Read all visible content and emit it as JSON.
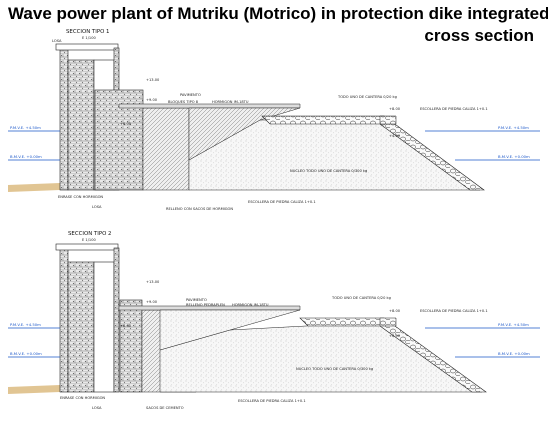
{
  "title": {
    "line1": "Wave power plant of Mutriku (Motrico) in protection dike integrated",
    "line2": "cross section"
  },
  "sections": [
    {
      "name": "SECCION TIPO 1",
      "scale": "E 1/100",
      "labels": {
        "losa": "LOSA",
        "pavimento": "PAVIMENTO",
        "bloques": "BLOQUES TIPO 8",
        "hormigon": "HORMIGON IM-18TU",
        "todo_uno_top": "TODO UNO DE CANTERA 0/20 kg",
        "escollera_top": "ESCOLLERA DE PIEDRA CALIZA 1+0.1",
        "nucleo": "NUCLEO TODO UNO DE CANTERA 0/300 kg",
        "escollera_bottom": "ESCOLLERA DE PIEDRA CALIZA 1+0.1",
        "relleno": "RELLENO CON SACOS DE HORMIGON",
        "enrase": "ENRASE CON HORMIGON",
        "losa_bottom": "LOSA",
        "elev_top": "+13.00",
        "elev_mid": "+9.00",
        "elev_b": "+6.00",
        "elev_c": "+8.00",
        "elev_d": "+4.00"
      },
      "water_left": {
        "high": "P.M.V.E. +4.50m",
        "low": "B.M.V.E. +0.00m"
      },
      "water_right": {
        "high": "P.M.V.E. +4.50m",
        "low": "B.M.V.E. +0.00m"
      }
    },
    {
      "name": "SECCION TIPO 2",
      "scale": "E 1/100",
      "labels": {
        "pavimento": "PAVIMENTO",
        "relleno_top": "RELLENO PEDRAPLEN",
        "hormigon": "HORMIGON IM-18TU",
        "todo_uno_top": "TODO UNO DE CANTERA 0/20 kg",
        "escollera_top": "ESCOLLERA DE PIEDRA CALIZA 1+0.1",
        "nucleo": "NUCLEO TODO UNO DE CANTERA 0/300 kg",
        "escollera_bottom": "ESCOLLERA DE PIEDRA CALIZA 1+0.1",
        "sacos": "SACOS DE CEMENTO",
        "enrase": "ENRASE CON HORMIGON",
        "losa_bottom": "LOSA",
        "elev_top": "+13.00",
        "elev_mid": "+9.00",
        "elev_b": "+6.00",
        "elev_c": "+8.00",
        "elev_d": "+6.00"
      },
      "water_left": {
        "high": "P.M.V.E. +4.50m",
        "low": "B.M.V.E. +0.00m"
      },
      "water_right": {
        "high": "P.M.V.E. +4.50m",
        "low": "B.M.V.E. +0.00m"
      }
    }
  ],
  "colors": {
    "water_line": "#1a56c9",
    "sea_bed": "#c8953a",
    "fill": "#f3f3f3",
    "armour": "#e8e8e8",
    "lines": "#222222"
  }
}
